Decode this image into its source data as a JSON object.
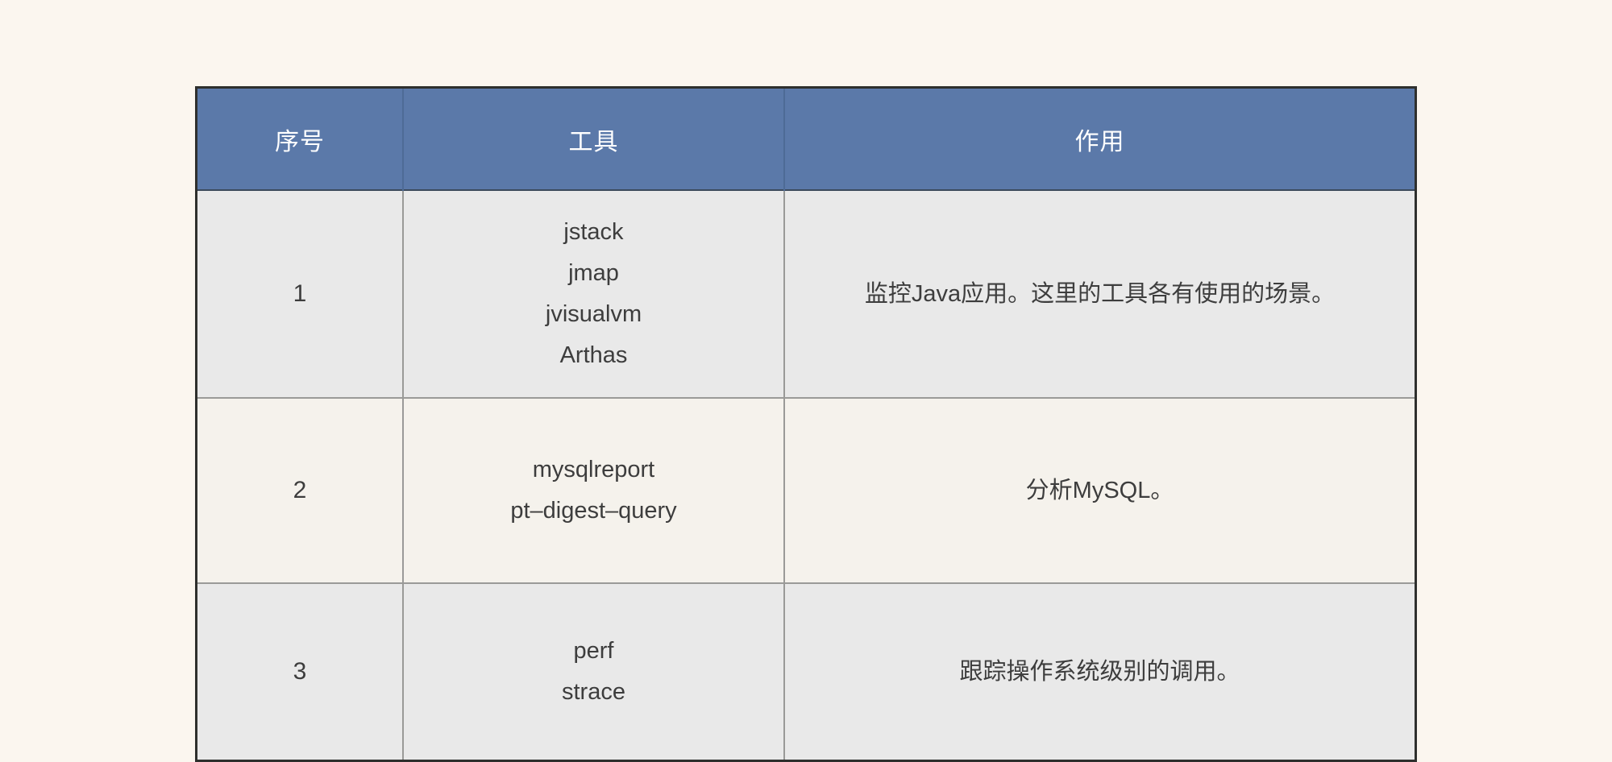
{
  "page": {
    "background_color": "#fbf6ef",
    "table_border_color": "#2e2f2d"
  },
  "table": {
    "header_background": "#5b79a9",
    "header_text_color": "#ffffff",
    "body_text_color": "#3d3d3d",
    "row_shade_color": "#e9e9e9",
    "row_plain_color": "#f5f2ec",
    "columns": [
      {
        "key": "num",
        "label": "序号"
      },
      {
        "key": "tool",
        "label": "工具"
      },
      {
        "key": "role",
        "label": "作用"
      }
    ],
    "rows": [
      {
        "num": "1",
        "tools": [
          "jstack",
          "jmap",
          "jvisualvm",
          "Arthas"
        ],
        "role": "监控Java应用。这里的工具各有使用的场景。"
      },
      {
        "num": "2",
        "tools": [
          "mysqlreport",
          "pt–digest–query"
        ],
        "role": "分析MySQL。"
      },
      {
        "num": "3",
        "tools": [
          "perf",
          "strace"
        ],
        "role": "跟踪操作系统级别的调用。"
      }
    ]
  }
}
